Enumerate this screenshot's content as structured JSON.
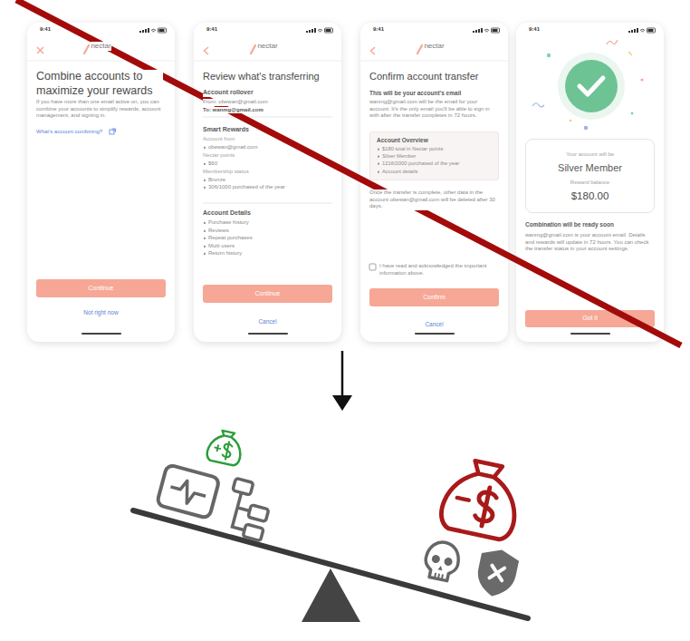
{
  "diagram": {
    "nodes": [
      {
        "text": [
          "9:41",
          "nectar",
          "Combine accounts to maximize your rewards",
          "If you have more than one email active on, you can combine your accounts to simplify rewards, account management, and signing in.",
          "What's account combining?",
          "Not right now"
        ]
      },
      {
        "text": [
          "Continue"
        ],
        "in": 0
      },
      {
        "text": [
          "9:41",
          "nectar",
          "Review what's transferring",
          "Account rollover",
          "From: obewan@gmail.com",
          "To: wanmg@gmail.com",
          "Smart Rewards",
          "Account from",
          "obewan@gmail.com",
          "Nectar points",
          "$60",
          "Membership status",
          "Bronze",
          "306/1000 purchased of the year",
          "Account Details",
          "Purchase history",
          "Reviews",
          "Repeat purchases",
          "Multi users",
          "Return history",
          "Cancel"
        ]
      },
      {
        "text": [
          "Continue"
        ],
        "in": 2
      },
      {
        "text": [
          "9:41",
          "nectar",
          "Confirm account transfer",
          "This will be your account's email",
          "wanmg@gmail.com will be the email for your account. It's the only email you'll be able to sign in with after the transfer completes in 72 hours.",
          "Once the transfer is complete, other data in the account obewan@gmail.com will be deleted after 30 days.",
          "I have read and acknowledged the important information above.",
          "Cancel"
        ]
      },
      {
        "text": [
          "Account Overview",
          "$180 total in Nectar points",
          "Silver Member",
          "1216/2000 purchased of the year",
          "Account details"
        ],
        "in": 4
      },
      {
        "text": [
          "Confirm"
        ],
        "in": 4
      },
      {
        "text": [
          "9:41",
          "Combination will be ready soon",
          "wanmg@gmail.com is your account email. Details and rewards will update in 72 hours. You can check the transfer status in your account settings."
        ]
      },
      {
        "text": [
          "Your account will be",
          "Silver Member",
          "Reward balance",
          "$180.00"
        ],
        "in": 7
      },
      {
        "text": [
          "Got it"
        ],
        "in": 7
      }
    ]
  }
}
